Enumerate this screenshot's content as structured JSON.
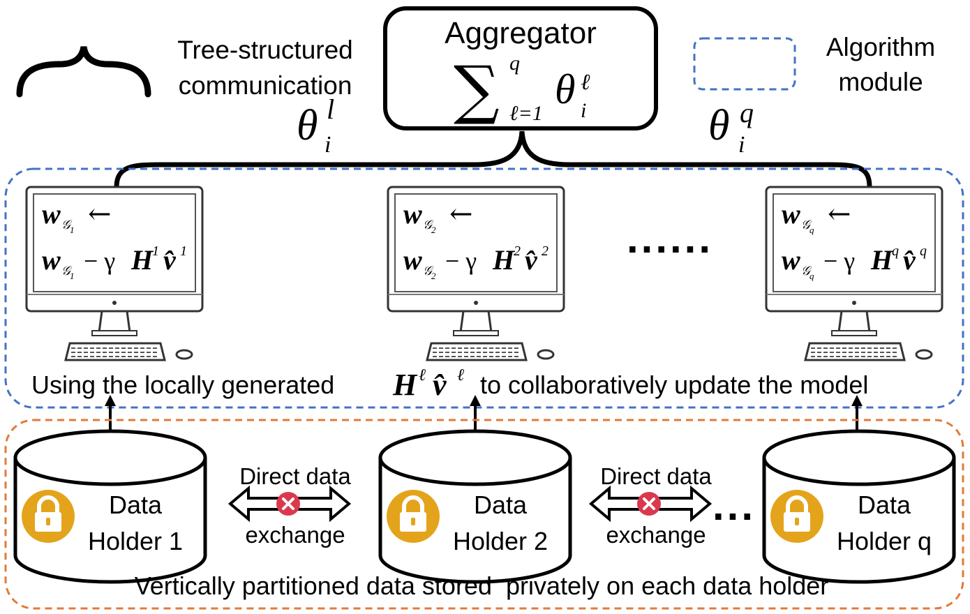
{
  "legend": {
    "tree_label_line1": "Tree-structured",
    "tree_label_line2": "communication",
    "module_label_line1": "Algorithm",
    "module_label_line2": "module"
  },
  "aggregator": {
    "title": "Aggregator",
    "sum_symbol": "∑",
    "sum_upper": "q",
    "sum_lower": "ℓ=1",
    "theta": "θ",
    "theta_sub": "i",
    "theta_sup": "ℓ"
  },
  "edges": {
    "left_theta": "θ",
    "left_sub": "i",
    "left_sup": "l",
    "right_theta": "θ",
    "right_sub": "i",
    "right_sup": "q"
  },
  "computers": [
    {
      "w": "w",
      "g": "𝒢",
      "g_idx": "1",
      "arrow": "←",
      "minus": "− γ",
      "H": "H",
      "h_sup": "1",
      "v": "v̂",
      "v_sup": "1"
    },
    {
      "w": "w",
      "g": "𝒢",
      "g_idx": "2",
      "arrow": "←",
      "minus": "− γ",
      "H": "H",
      "h_sup": "2",
      "v": "v̂",
      "v_sup": "2"
    },
    {
      "w": "w",
      "g": "𝒢",
      "g_idx": "q",
      "arrow": "←",
      "minus": "− γ",
      "H": "H",
      "h_sup": "q",
      "v": "v̂",
      "v_sup": "q"
    }
  ],
  "ellipsis_middle": "......",
  "module_caption": {
    "before": "Using the locally generated",
    "H": "H",
    "sup1": "ℓ",
    "v": "v̂",
    "sup2": "ℓ",
    "after": "to collaboratively update the model"
  },
  "holders": [
    {
      "line1": "Data",
      "line2": "Holder 1"
    },
    {
      "line1": "Data",
      "line2": "Holder 2"
    },
    {
      "line1": "Data",
      "line2": "Holder q"
    }
  ],
  "exchanges": [
    {
      "line1": "Direct data",
      "line2": "exchange"
    },
    {
      "line1": "Direct data",
      "line2": "exchange"
    }
  ],
  "ellipsis_bottom": "...",
  "data_caption": "Vertically partitioned data stored  privately on each data holder",
  "colors": {
    "module_border": "#4472C4",
    "data_border": "#E07B39",
    "lock_bg": "#E3A41B",
    "cross_bg": "#D9394E",
    "ink": "#000000"
  }
}
